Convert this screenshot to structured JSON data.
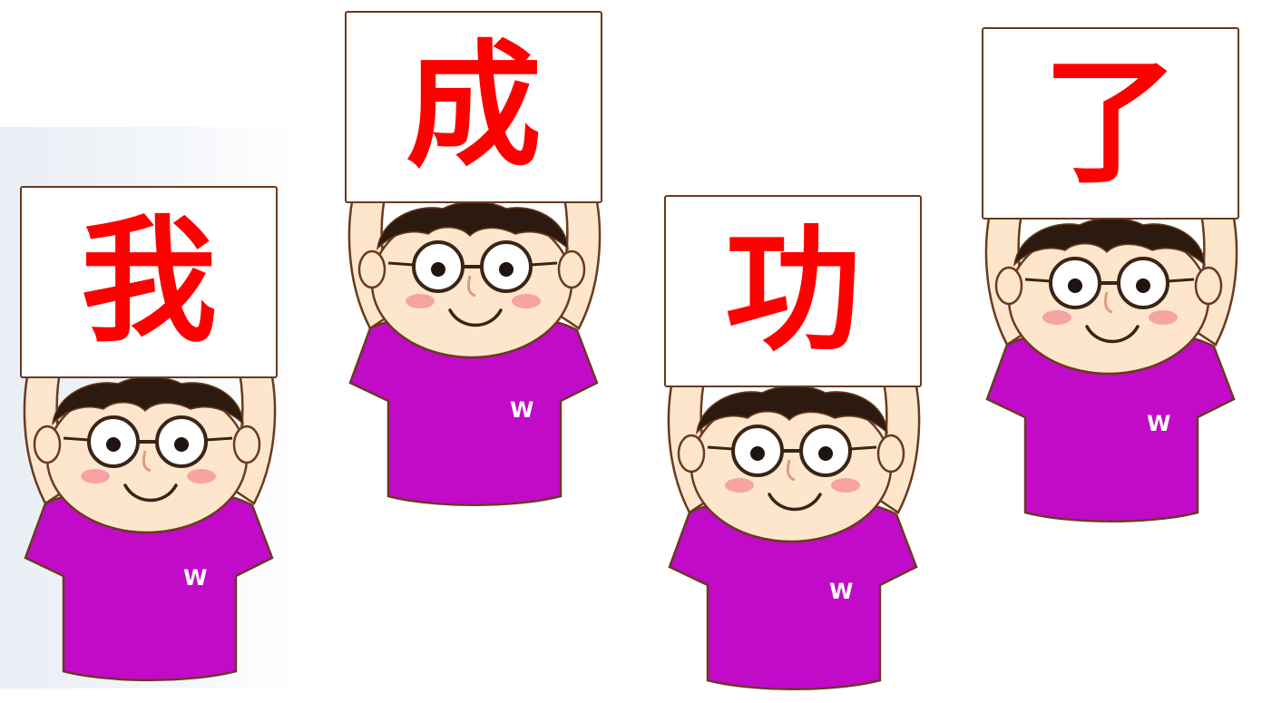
{
  "scene": {
    "description_free_text": "",
    "colors": {
      "shirt": "#c20ac9",
      "sign_text": "#ff0000",
      "skin": "#fde6cc",
      "hair": "#2c1a10",
      "outline": "#6a3a1e",
      "cheek": "#f7a3a3"
    }
  },
  "figures": [
    {
      "char": "我",
      "logo": "W"
    },
    {
      "char": "成",
      "logo": "W"
    },
    {
      "char": "功",
      "logo": "W"
    },
    {
      "char": "了",
      "logo": "W"
    }
  ]
}
